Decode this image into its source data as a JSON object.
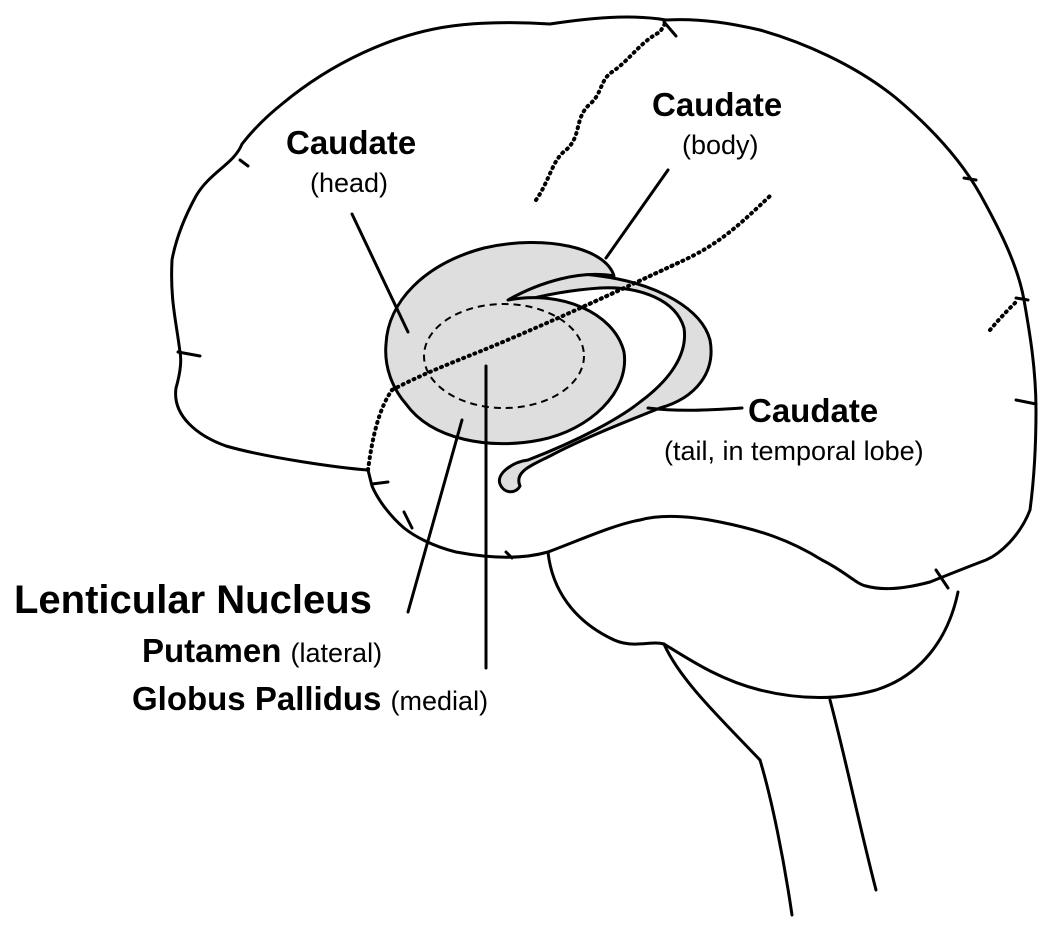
{
  "labels": {
    "caudate_head": {
      "title": "Caudate",
      "sub": "(head)"
    },
    "caudate_body": {
      "title": "Caudate",
      "sub": "(body)"
    },
    "caudate_tail": {
      "title": "Caudate",
      "sub": "(tail, in temporal lobe)"
    },
    "lenticular": {
      "title": "Lenticular Nucleus"
    },
    "putamen": {
      "title": "Putamen",
      "sub": "(lateral)"
    },
    "globus": {
      "title": "Globus Pallidus",
      "sub": "(medial)"
    }
  },
  "colors": {
    "outline": "#000000",
    "caudate_fill": "#dedede",
    "background": "#ffffff"
  }
}
